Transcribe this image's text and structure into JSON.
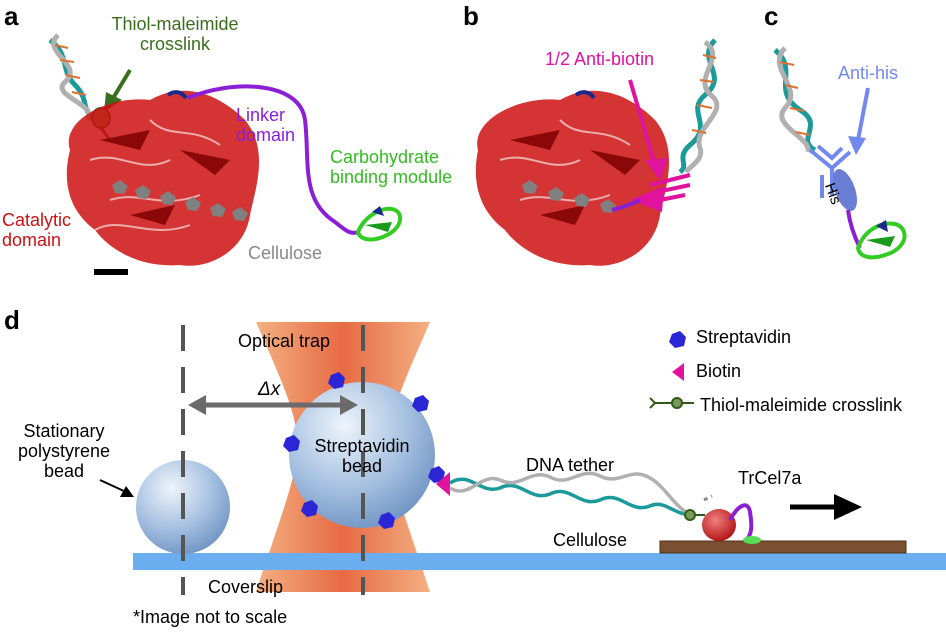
{
  "panels": {
    "a": "a",
    "b": "b",
    "c": "c",
    "d": "d"
  },
  "panel_a": {
    "crosslink_label_line1": "Thiol-maleimide",
    "crosslink_label_line2": "crosslink",
    "linker_line1": "Linker",
    "linker_line2": "domain",
    "cbm_line1": "Carbohydrate",
    "cbm_line2": "binding module",
    "catalytic_line1": "Catalytic",
    "catalytic_line2": "domain",
    "cellulose": "Cellulose"
  },
  "panel_b": {
    "anti_biotin": "1/2 Anti-biotin"
  },
  "panel_c": {
    "anti_his": "Anti-his",
    "his_tag": "His"
  },
  "panel_d": {
    "optical_trap": "Optical trap",
    "delta_x": "Δx",
    "stationary_line1": "Stationary",
    "stationary_line2": "polystyrene",
    "stationary_line3": "bead",
    "streptavidin_bead_line1": "Streptavidin",
    "streptavidin_bead_line2": "bead",
    "dna_tether": "DNA tether",
    "enzyme": "TrCel7a",
    "cellulose": "Cellulose",
    "coverslip": "Coverslip",
    "footnote": "*Image not to scale"
  },
  "legend": [
    {
      "label": "Streptavidin",
      "icon": "streptavidin-icon"
    },
    {
      "label": "Biotin",
      "icon": "biotin-icon"
    },
    {
      "label": "Thiol-maleimide crosslink",
      "icon": "crosslink-icon"
    }
  ],
  "colors": {
    "catalytic": "#cc1111",
    "linker": "#8a1fd6",
    "cbm": "#33cc22",
    "crosslink_text": "#3a6e1c",
    "anti_biotin": "#e0129e",
    "anti_his": "#7288ee",
    "streptavidin": "#2b25d6",
    "coverslip": "#6aaef0",
    "dna_teal": "#1a9a9a",
    "cellulose_gray": "#888888"
  }
}
